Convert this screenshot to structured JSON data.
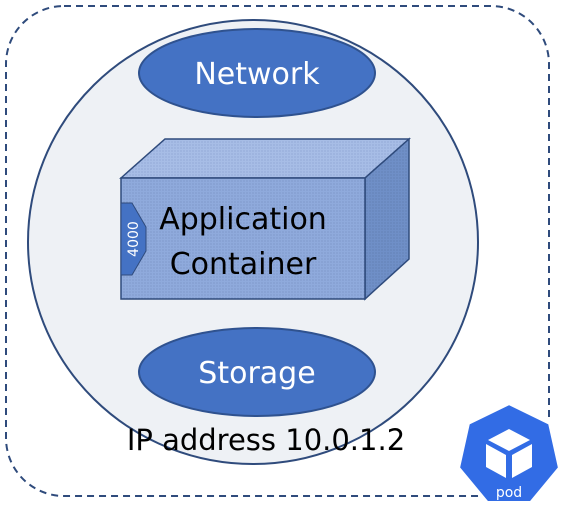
{
  "diagram": {
    "network_label": "Network",
    "container_label_line1": "Application",
    "container_label_line2": "Container",
    "port_label": "4000",
    "storage_label": "Storage",
    "ip_label": "IP address 10.0.1.2",
    "pod_badge_label": "pod"
  },
  "colors": {
    "blue": "#4472c4",
    "circle_fill": "#eef1f5",
    "circle_stroke": "#2f4b7c",
    "container_front": "#8faadc",
    "container_top": "#a7bde6",
    "container_side": "#6f8fc7",
    "pod_badge": "#326ce5",
    "dashed_border": "#2f4b7c"
  }
}
